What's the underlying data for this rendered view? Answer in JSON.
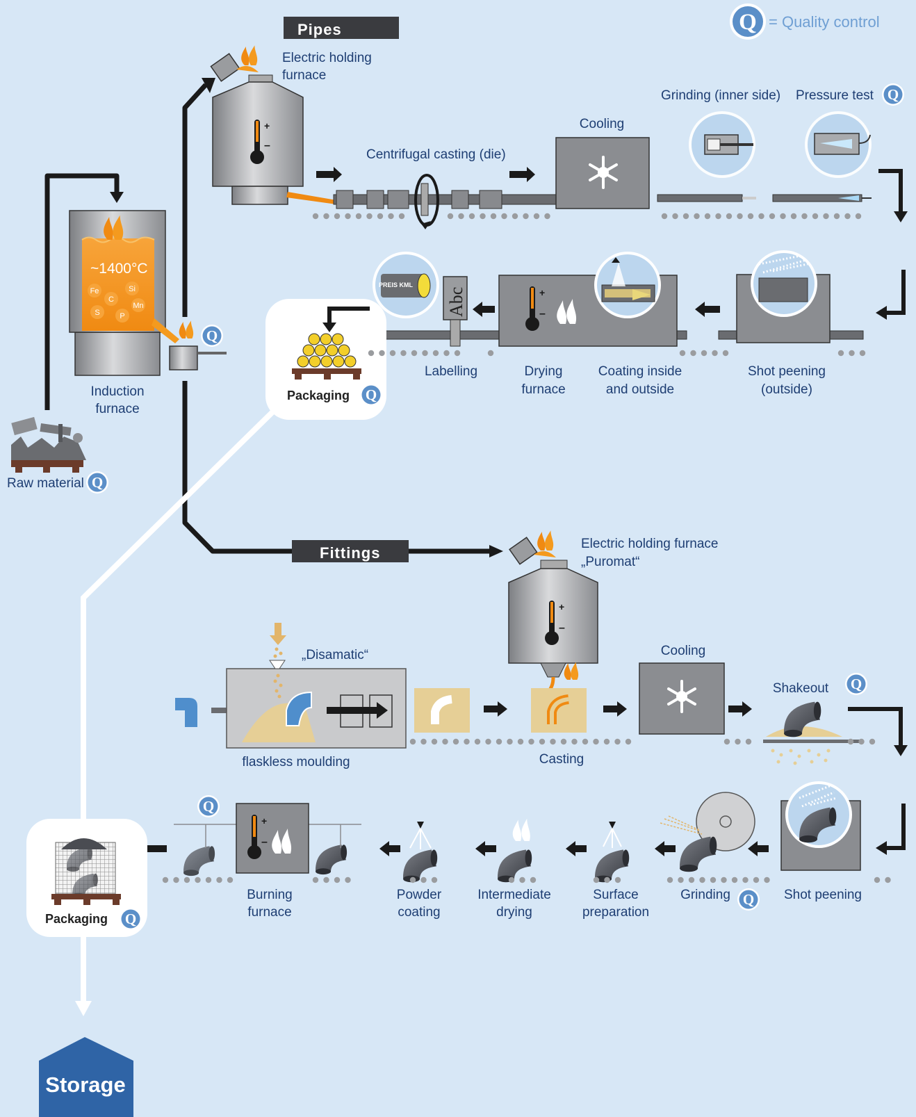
{
  "legend": {
    "symbol": "Q",
    "text": "= Quality control"
  },
  "sections": {
    "pipes": "Pipes",
    "fittings": "Fittings"
  },
  "raw_material": {
    "label": "Raw material"
  },
  "induction_furnace": {
    "label_lines": [
      "Induction",
      "furnace"
    ],
    "temperature": "~1400°C",
    "elements": [
      "Fe",
      "Si",
      "C",
      "Mn",
      "S",
      "P"
    ]
  },
  "pipes_line": {
    "holding_furnace": [
      "Electric holding",
      "furnace"
    ],
    "centrifugal": "Centrifugal casting (die)",
    "cooling": "Cooling",
    "grinding": "Grinding (inner side)",
    "pressure": "Pressure test",
    "shot_peening": [
      "Shot peening",
      "(outside)"
    ],
    "coating": [
      "Coating inside",
      "and outside"
    ],
    "drying": [
      "Drying",
      "furnace"
    ],
    "labelling": "Labelling",
    "label_stamp": "Abc",
    "pipe_marking": "PREIS KML",
    "packaging": "Packaging"
  },
  "fittings_line": {
    "holding_furnace": [
      "Electric holding furnace",
      "„Puromat“"
    ],
    "disamatic": "„Disamatic“",
    "flaskless": "flaskless moulding",
    "casting": "Casting",
    "cooling": "Cooling",
    "shakeout": "Shakeout",
    "shot_peening": "Shot peening",
    "grinding": "Grinding",
    "surface_prep": [
      "Surface",
      "preparation"
    ],
    "intermediate_drying": [
      "Intermediate",
      "drying"
    ],
    "powder_coating": [
      "Powder",
      "coating"
    ],
    "burning_furnace": [
      "Burning",
      "furnace"
    ],
    "packaging": "Packaging"
  },
  "storage": "Storage",
  "colors": {
    "background": "#d7e7f6",
    "label_text": "#1e3e73",
    "quality_badge": "#5b8fc8",
    "header_bar": "#3a3b3f",
    "molten_metal": "#f49a1e",
    "storage": "#2f64a6"
  }
}
